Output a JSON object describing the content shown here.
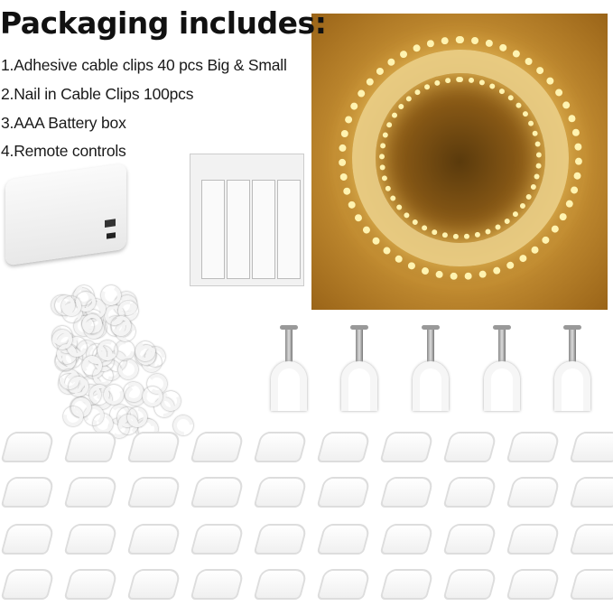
{
  "heading": "Packaging includes:",
  "items": [
    "1.Adhesive cable clips 40 pcs Big & Small",
    "2.Nail in Cable Clips 100pcs",
    "3.AAA Battery box",
    "4.Remote controls"
  ],
  "colors": {
    "light_glow": "#f7c24a",
    "background": "#ffffff"
  }
}
